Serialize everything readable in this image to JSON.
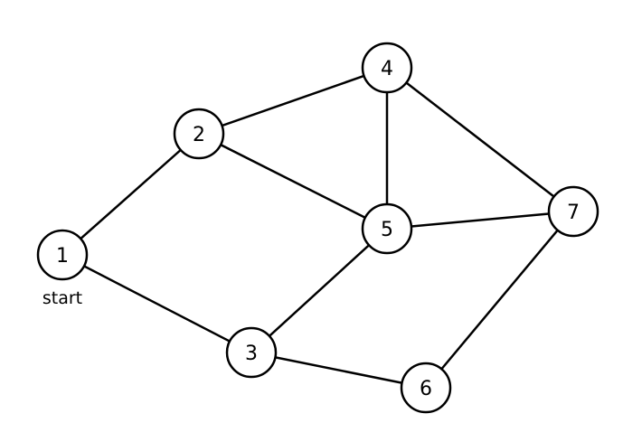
{
  "graph": {
    "nodes": [
      {
        "id": "1",
        "label": "1"
      },
      {
        "id": "2",
        "label": "2"
      },
      {
        "id": "3",
        "label": "3"
      },
      {
        "id": "4",
        "label": "4"
      },
      {
        "id": "5",
        "label": "5"
      },
      {
        "id": "6",
        "label": "6"
      },
      {
        "id": "7",
        "label": "7"
      }
    ],
    "edges": [
      [
        "1",
        "2"
      ],
      [
        "1",
        "3"
      ],
      [
        "2",
        "4"
      ],
      [
        "2",
        "5"
      ],
      [
        "4",
        "5"
      ],
      [
        "4",
        "7"
      ],
      [
        "5",
        "7"
      ],
      [
        "3",
        "5"
      ],
      [
        "3",
        "6"
      ],
      [
        "6",
        "7"
      ]
    ],
    "start_node": "1",
    "start_label": "start"
  }
}
